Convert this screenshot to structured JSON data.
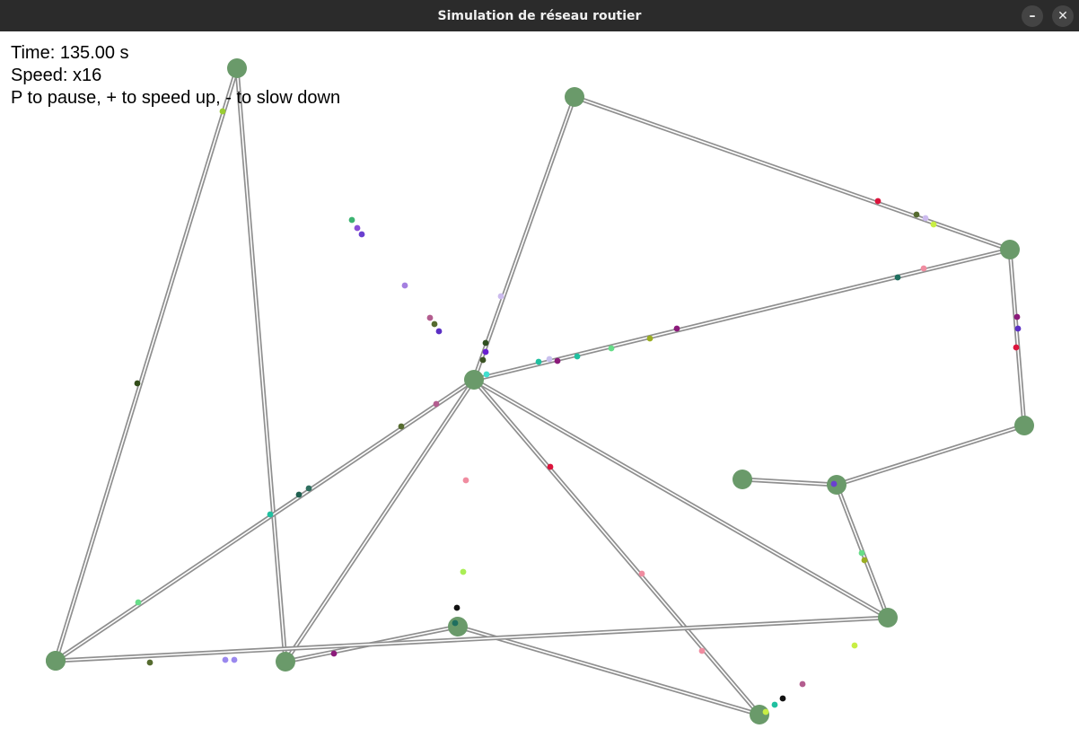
{
  "window": {
    "title": "Simulation de réseau routier",
    "minimize_icon": "minimize-icon",
    "close_icon": "close-icon",
    "minimize_glyph": "–",
    "close_glyph": "✕"
  },
  "hud": {
    "time": "Time: 135.00 s",
    "speed": "Speed: x16",
    "help": "P to pause, + to speed up, - to slow down"
  },
  "colors": {
    "node": "#6a9a6a",
    "road": "#8f8f8f",
    "road_inner": "#ffffff",
    "titlebar": "#2b2b2b"
  },
  "network": {
    "nodes": [
      {
        "id": "n1"
      },
      {
        "id": "n2"
      },
      {
        "id": "n3"
      },
      {
        "id": "n4"
      },
      {
        "id": "n5"
      },
      {
        "id": "n6"
      },
      {
        "id": "n7"
      },
      {
        "id": "n8"
      },
      {
        "id": "n9"
      },
      {
        "id": "n10"
      },
      {
        "id": "n11"
      },
      {
        "id": "n12"
      },
      {
        "id": "n13"
      }
    ],
    "roads": [
      [
        "n1",
        "n6"
      ],
      [
        "n1",
        "n4"
      ],
      [
        "n2",
        "n5"
      ],
      [
        "n2",
        "n3"
      ],
      [
        "n3",
        "n5"
      ],
      [
        "n3",
        "n7"
      ],
      [
        "n5",
        "n6"
      ],
      [
        "n5",
        "n11"
      ],
      [
        "n5",
        "n13"
      ],
      [
        "n5",
        "n12"
      ],
      [
        "n6",
        "n10"
      ],
      [
        "n10",
        "n11"
      ],
      [
        "n7",
        "n8"
      ],
      [
        "n9",
        "n8"
      ],
      [
        "n8",
        "n12"
      ],
      [
        "n12",
        "n13"
      ]
    ],
    "vehicle_count": 63
  }
}
